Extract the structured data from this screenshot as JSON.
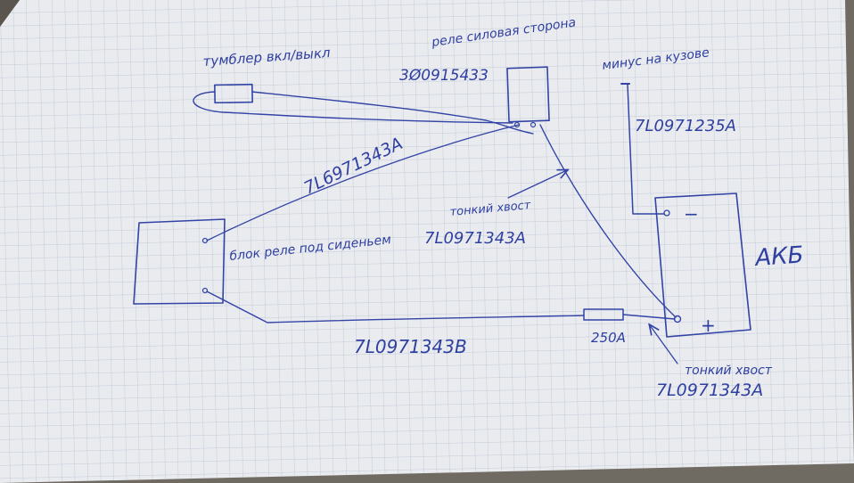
{
  "colors": {
    "paper": "#e9ebef",
    "grid": "#b9c4d3",
    "ink": "#3344a6",
    "background": "#6f6a62"
  },
  "labels": {
    "toggle_switch": "тумблер вкл/выкл",
    "relay_title": "реле силовая сторона",
    "relay_part": "3Ø0915433",
    "minus_body": "минус на кузове",
    "minus_part": "7L0971235A",
    "wire_relay_block": "7L6971343A",
    "thin_tail_top": "тонкий хвост",
    "thin_tail_top_part": "7L0971343A",
    "block_label": "блок реле под сиденьем",
    "battery": "АКБ",
    "minus_sign": "−",
    "plus_sign": "+",
    "fuse": "250А",
    "wire_bottom": "7L0971343B",
    "thin_tail_bottom": "тонкий хвост",
    "thin_tail_bottom_part": "7L0971343A"
  }
}
